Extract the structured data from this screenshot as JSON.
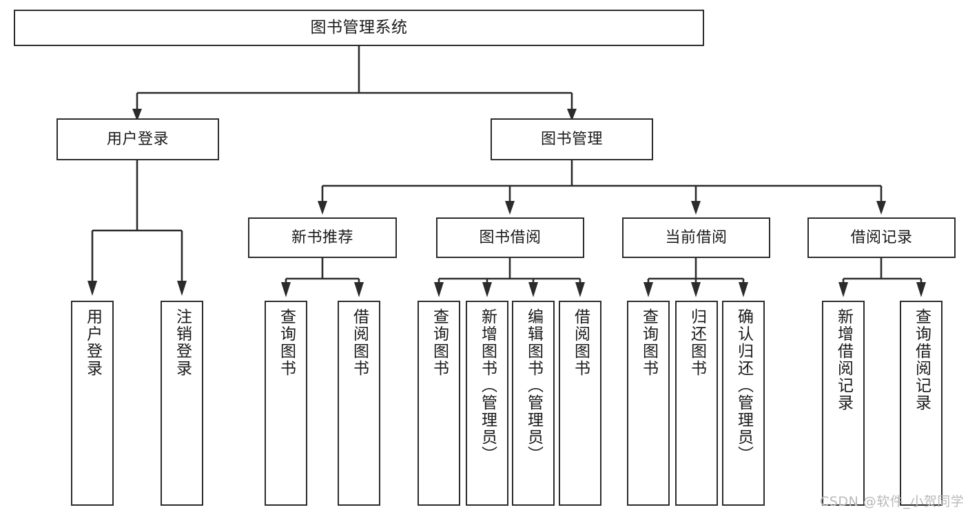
{
  "diagram": {
    "title": "图书管理系统",
    "type": "hierarchy-tree",
    "orientation": "top-down",
    "levels": 4,
    "colors": {
      "node_border": "#2b2b2b",
      "node_fill": "#ffffff",
      "connector": "#2b2b2b",
      "text": "#1a1a1a",
      "watermark": "#b9b9b9",
      "background": "#ffffff"
    }
  },
  "root": {
    "label": "图书管理系统",
    "orientation": "horizontal"
  },
  "level2": [
    {
      "id": "user-login",
      "label": "用户登录",
      "orientation": "horizontal"
    },
    {
      "id": "book-manage",
      "label": "图书管理",
      "orientation": "horizontal"
    }
  ],
  "level3": [
    {
      "id": "new-book-recommend",
      "label": "新书推荐",
      "parent": "book-manage",
      "orientation": "horizontal"
    },
    {
      "id": "book-borrow",
      "label": "图书借阅",
      "parent": "book-manage",
      "orientation": "horizontal"
    },
    {
      "id": "current-borrow",
      "label": "当前借阅",
      "parent": "book-manage",
      "orientation": "horizontal"
    },
    {
      "id": "borrow-record",
      "label": "借阅记录",
      "parent": "book-manage",
      "orientation": "horizontal"
    }
  ],
  "leaves": [
    {
      "id": "leaf-user-login",
      "label": "用户登录",
      "parent": "user-login",
      "orientation": "vertical"
    },
    {
      "id": "leaf-logout",
      "label": "注销登录",
      "parent": "user-login",
      "orientation": "vertical"
    },
    {
      "id": "leaf-query-book-1",
      "label": "查询图书",
      "parent": "new-book-recommend",
      "orientation": "vertical"
    },
    {
      "id": "leaf-borrow-book-1",
      "label": "借阅图书",
      "parent": "new-book-recommend",
      "orientation": "vertical"
    },
    {
      "id": "leaf-query-book-2",
      "label": "查询图书",
      "parent": "book-borrow",
      "orientation": "vertical"
    },
    {
      "id": "leaf-add-book",
      "label": "新增图书（管理员）",
      "parent": "book-borrow",
      "orientation": "vertical"
    },
    {
      "id": "leaf-edit-book",
      "label": "编辑图书（管理员）",
      "parent": "book-borrow",
      "orientation": "vertical"
    },
    {
      "id": "leaf-borrow-book-2",
      "label": "借阅图书",
      "parent": "book-borrow",
      "orientation": "vertical"
    },
    {
      "id": "leaf-query-book-3",
      "label": "查询图书",
      "parent": "current-borrow",
      "orientation": "vertical"
    },
    {
      "id": "leaf-return-book",
      "label": "归还图书",
      "parent": "current-borrow",
      "orientation": "vertical"
    },
    {
      "id": "leaf-confirm-return",
      "label": "确认归还（管理员）",
      "parent": "current-borrow",
      "orientation": "vertical"
    },
    {
      "id": "leaf-add-record",
      "label": "新增借阅记录",
      "parent": "borrow-record",
      "orientation": "vertical"
    },
    {
      "id": "leaf-query-record",
      "label": "查询借阅记录",
      "parent": "borrow-record",
      "orientation": "vertical"
    }
  ],
  "watermark": {
    "text": "CSDN @软件_小贺同学"
  }
}
